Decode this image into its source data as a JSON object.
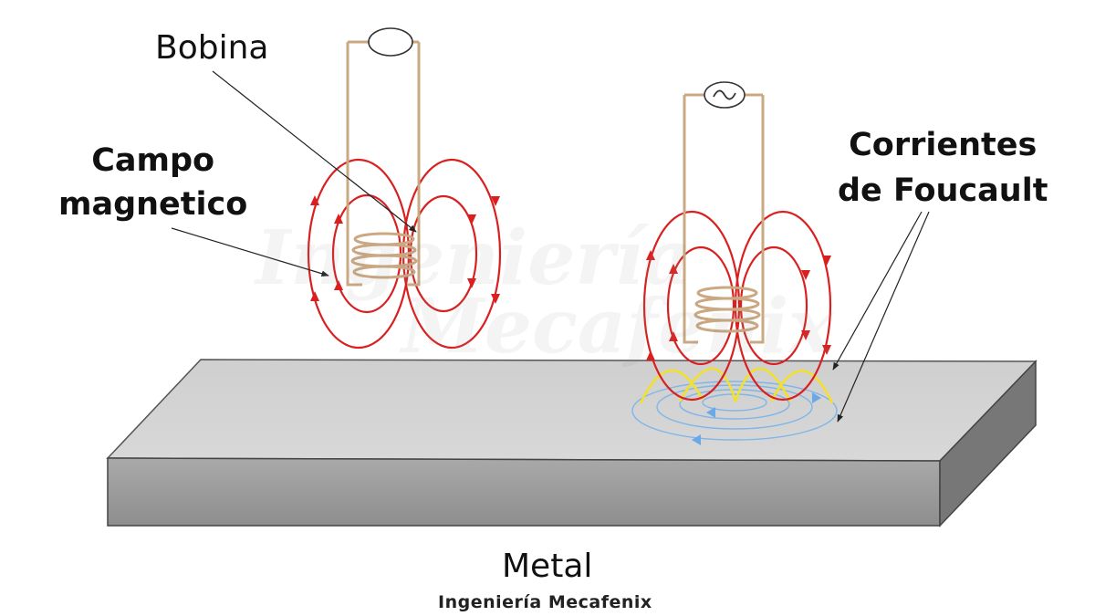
{
  "labels": {
    "coil": "Bobina",
    "field_line1": "Campo",
    "field_line2": "magnetico",
    "eddy_line1": "Corrientes",
    "eddy_line2": "de Foucault",
    "material": "Metal",
    "credit": "Ingeniería Mecafenix"
  },
  "watermark": [
    "Ingeniería",
    "Mecafenix"
  ],
  "icons": {
    "left_meter": "blank-meter-ellipse-icon",
    "right_source": "ac-source-sine-icon"
  },
  "colors": {
    "field_lines": "#d92020",
    "eddy_arcs": "#f2e12a",
    "eddy_currents": "#7fb6e8",
    "coil_wire": "#c9a882",
    "metal_top": "#d0d0d0",
    "metal_front": "#a7a7a7",
    "metal_side": "#7a7a7a"
  }
}
